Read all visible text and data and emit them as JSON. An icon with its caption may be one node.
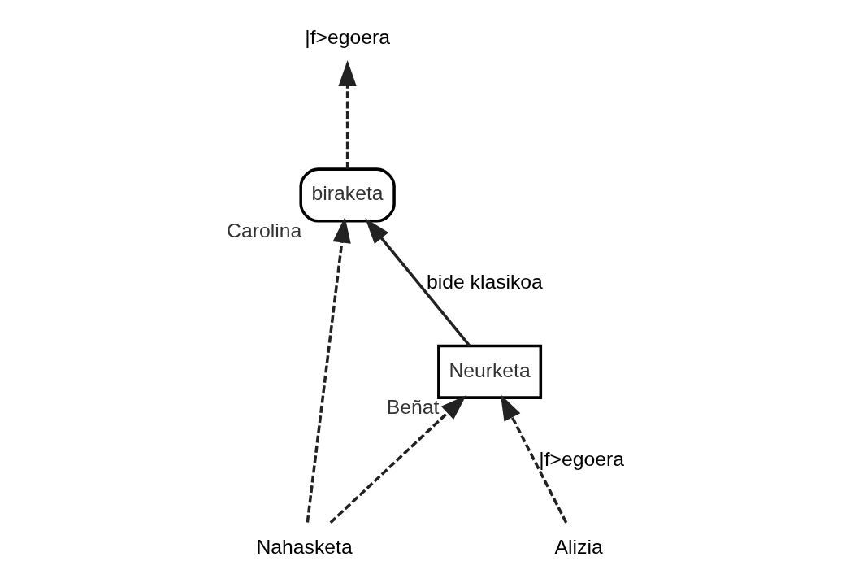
{
  "diagram": {
    "nodes": [
      {
        "text": [
          "Neurketa"
        ],
        "beside": [
          "Beñat"
        ]
      },
      {
        "text": [
          "biraketa"
        ],
        "beside": [
          "Carolina"
        ]
      },
      {
        "text": [
          "|f>egoera"
        ]
      },
      {
        "text": [
          "Alizia"
        ]
      },
      {
        "text": [
          "Nahasketa"
        ]
      }
    ],
    "edges": [
      {
        "from": 3,
        "to": 0,
        "arrow": "to",
        "style": "dashed",
        "label": "|f>egoera"
      },
      {
        "from": 4,
        "to": 0,
        "arrow": "to",
        "style": "dashed"
      },
      {
        "from": 4,
        "to": 1,
        "arrow": "to",
        "style": "dashed"
      },
      {
        "from": 0,
        "to": 1,
        "arrow": "to",
        "label": "bide klasikoa"
      },
      {
        "from": 1,
        "to": 2,
        "arrow": "to",
        "style": "dashed"
      }
    ]
  }
}
